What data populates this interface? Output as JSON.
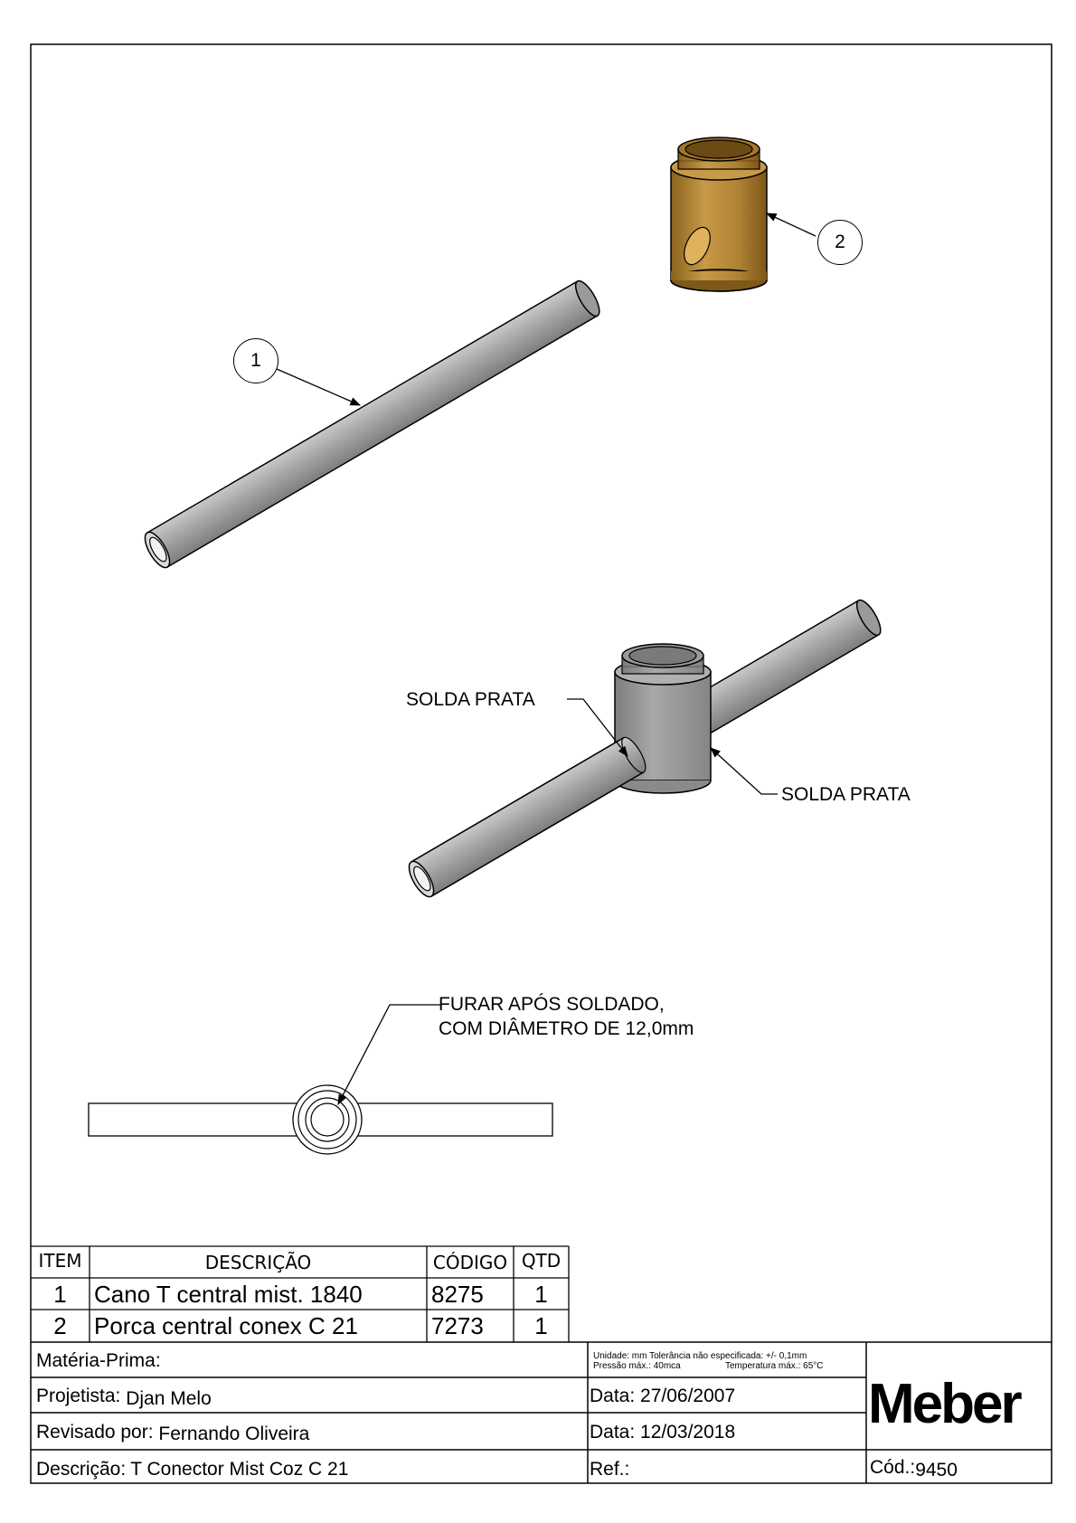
{
  "callouts": {
    "balloon_1": "1",
    "balloon_2": "2",
    "weld_left": "SOLDA PRATA",
    "weld_right": "SOLDA PRATA",
    "drill_note_line1": "FURAR APÓS SOLDADO,",
    "drill_note_line2": "COM DIÂMETRO DE 12,0mm"
  },
  "bom": {
    "headers": {
      "item": "ITEM",
      "descricao": "DESCRIÇÃO",
      "codigo": "CÓDIGO",
      "qtd": "QTD"
    },
    "rows": [
      {
        "item": "1",
        "descricao": "Cano T central mist. 1840",
        "codigo": "8275",
        "qtd": "1"
      },
      {
        "item": "2",
        "descricao": "Porca central conex C 21",
        "codigo": "7273",
        "qtd": "1"
      }
    ]
  },
  "title_block": {
    "materia_prima_label": "Matéria-Prima:",
    "materia_prima": "",
    "projetista_label": "Projetista:",
    "projetista": "Djan Melo",
    "revisado_label": "Revisado por:",
    "revisado": "Fernando Oliveira",
    "descricao_label": "Descrição:",
    "descricao": "T Conector Mist Coz C 21",
    "notes_line1": "Unidade: mm Tolerância não especificada: +/- 0,1mm",
    "notes_line2a": "Pressão máx.: 40mca",
    "notes_line2b": "Temperatura máx.: 65°C",
    "data1_label": "Data:",
    "data1": "27/06/2007",
    "data2_label": "Data:",
    "data2": "12/03/2018",
    "ref_label": "Ref.:",
    "ref": "",
    "cod_label": "Cód.:",
    "cod": "9450",
    "logo_text": "Meber"
  },
  "colors": {
    "pipe_fill": "#9c9c9c",
    "pipe_highlight": "#c4c4c4",
    "brass_fill": "#b58a3a",
    "brass_dark": "#7a5516",
    "line": "#000000"
  }
}
